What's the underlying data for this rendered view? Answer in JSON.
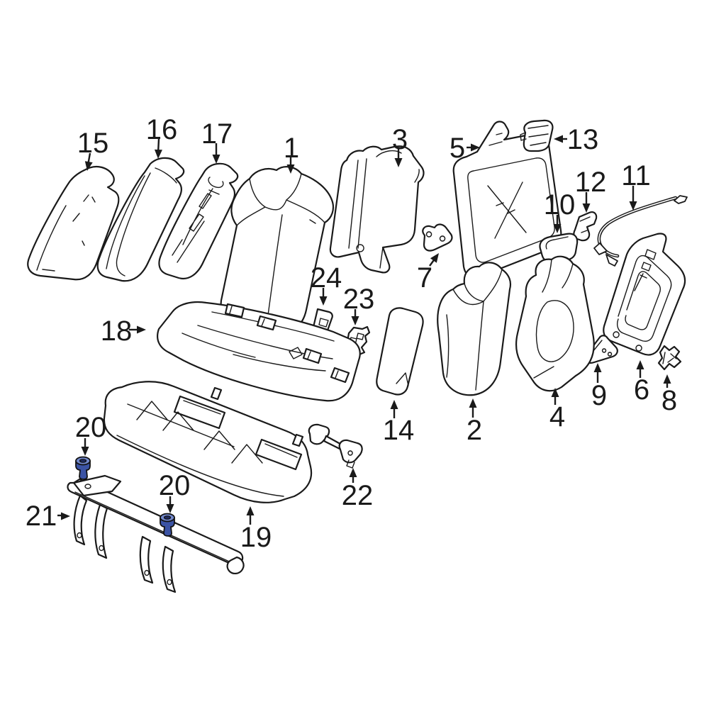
{
  "diagram": {
    "background_color": "#ffffff",
    "line_color": "#1a1a1a"
  },
  "colors": {
    "clip_body": "#3b53a4",
    "clip_top": "#7187cb",
    "clip_hole": "#1e2a60"
  },
  "callouts": [
    {
      "num": "15"
    },
    {
      "num": "16"
    },
    {
      "num": "17"
    },
    {
      "num": "1"
    },
    {
      "num": "3"
    },
    {
      "num": "5"
    },
    {
      "num": "13"
    },
    {
      "num": "12"
    },
    {
      "num": "11"
    },
    {
      "num": "10"
    },
    {
      "num": "7"
    },
    {
      "num": "24"
    },
    {
      "num": "23"
    },
    {
      "num": "18"
    },
    {
      "num": "14"
    },
    {
      "num": "2"
    },
    {
      "num": "4"
    },
    {
      "num": "9"
    },
    {
      "num": "6"
    },
    {
      "num": "8"
    },
    {
      "num": "20"
    },
    {
      "num": "21"
    },
    {
      "num": "20"
    },
    {
      "num": "19"
    },
    {
      "num": "22"
    }
  ]
}
